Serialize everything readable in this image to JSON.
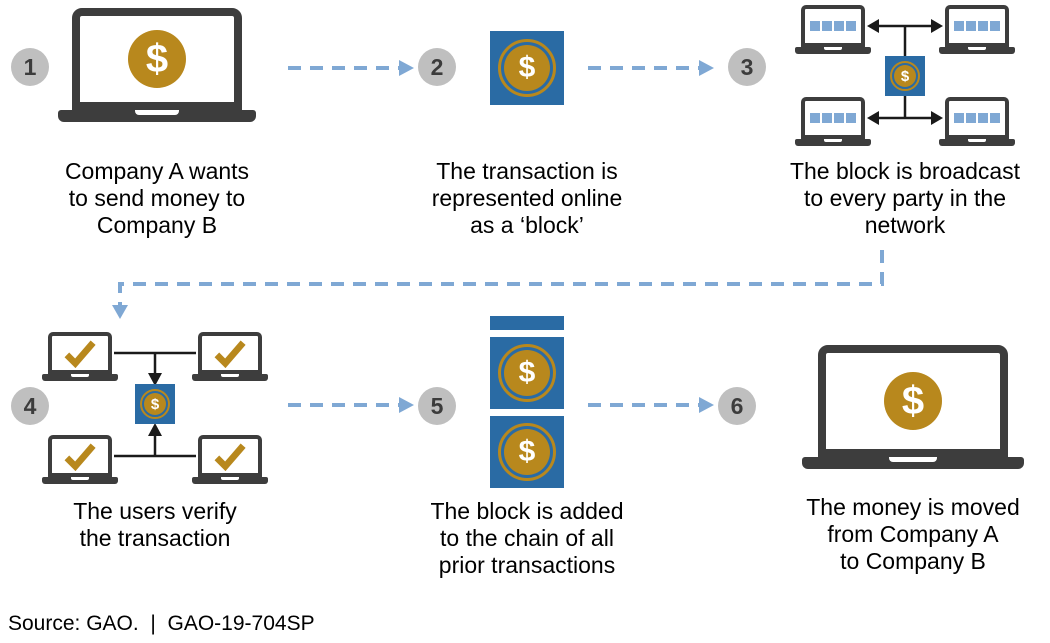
{
  "steps": [
    {
      "number": "1",
      "caption": "Company A wants\nto send money to\nCompany B"
    },
    {
      "number": "2",
      "caption": "The transaction is\nrepresented online\nas a ‘block’"
    },
    {
      "number": "3",
      "caption": "The block is broadcast\nto every party in the\nnetwork"
    },
    {
      "number": "4",
      "caption": "The users verify\nthe transaction"
    },
    {
      "number": "5",
      "caption": "The block is added\nto the chain of all\nprior transactions"
    },
    {
      "number": "6",
      "caption": "The money is moved\nfrom Company A\nto Company B"
    }
  ],
  "icons": {
    "coin_symbol": "$"
  },
  "colors": {
    "gold": "#B8881D",
    "block_blue": "#2A6BA4",
    "arrow_light_blue": "#7FA8D4",
    "laptop_dark": "#3D3D3D",
    "step_circle_gray": "#BFBFBF",
    "network_line_black": "#1A1A1A"
  },
  "footer": {
    "source_line": "Source: GAO.  |  GAO-19-704SP"
  }
}
